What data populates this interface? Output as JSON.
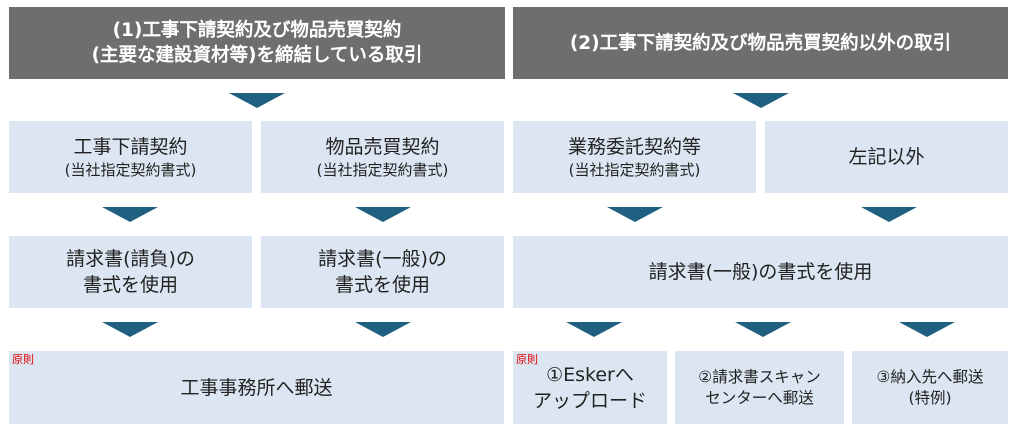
{
  "headers": {
    "left_line1": "(1)工事下請契約及び物品売買契約",
    "left_line2": "(主要な建設資材等)を締結している取引",
    "right": "(2)工事下請契約及び物品売買契約以外の取引"
  },
  "row1": {
    "a_main": "工事下請契約",
    "a_sub": "(当社指定契約書式)",
    "b_main": "物品売買契約",
    "b_sub": "(当社指定契約書式)",
    "c_main": "業務委託契約等",
    "c_sub": "(当社指定契約書式)",
    "d_main": "左記以外"
  },
  "row2": {
    "a_line1": "請求書(請負)の",
    "a_line2": "書式を使用",
    "b_line1": "請求書(一般)の",
    "b_line2": "書式を使用",
    "c_line1": "請求書(一般)の書式を使用"
  },
  "row3": {
    "tag_left": "原則",
    "a_main": "工事事務所へ郵送",
    "tag_right": "原則",
    "b_line1": "①Eskerへ",
    "b_line2": "アップロード",
    "c_line1": "②請求書スキャン",
    "c_line2": "センターへ郵送",
    "d_line1": "③納入先へ郵送",
    "d_line2": "(特例)"
  },
  "colors": {
    "header_bg": "#6e6e6e",
    "box_bg": "#dce6f2",
    "arrow": "#1f5f80",
    "tag": "#e00000"
  }
}
